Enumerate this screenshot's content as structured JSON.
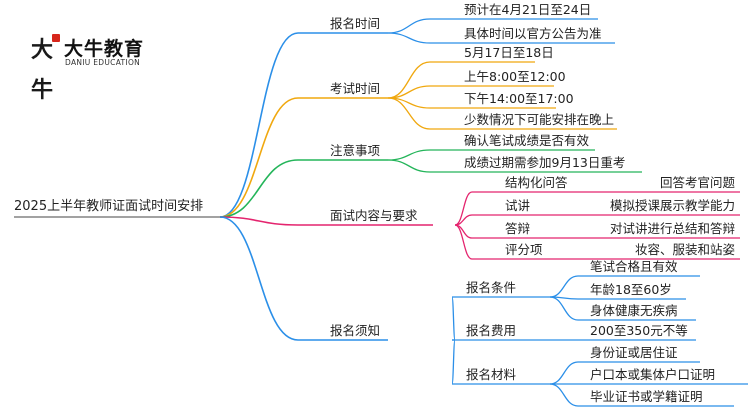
{
  "logo": {
    "name_cn": "大牛教育",
    "name_en": "DANIU EDUCATION",
    "mark": "大牛"
  },
  "root": "2025上半年教师证面试时间安排",
  "branches": [
    {
      "label": "报名时间",
      "color": "#2b8fe8",
      "children": [
        {
          "label": "预计在4月21日至24日"
        },
        {
          "label": "具体时间以官方公告为准"
        }
      ]
    },
    {
      "label": "考试时间",
      "color": "#f0a80f",
      "children": [
        {
          "label": "5月17日至18日"
        },
        {
          "label": "上午8:00至12:00"
        },
        {
          "label": "下午14:00至17:00"
        },
        {
          "label": "少数情况下可能安排在晚上"
        }
      ]
    },
    {
      "label": "注意事项",
      "color": "#24b55a",
      "children": [
        {
          "label": "确认笔试成绩是否有效"
        },
        {
          "label": "成绩过期需参加9月13日重考"
        }
      ]
    },
    {
      "label": "面试内容与要求",
      "color": "#e4246e",
      "children": [
        {
          "label": "结构化问答",
          "children": [
            {
              "label": "回答考官问题"
            }
          ]
        },
        {
          "label": "试讲",
          "children": [
            {
              "label": "模拟授课展示教学能力"
            }
          ]
        },
        {
          "label": "答辩",
          "children": [
            {
              "label": "对试讲进行总结和答辩"
            }
          ]
        },
        {
          "label": "评分项",
          "children": [
            {
              "label": "妆容、服装和站姿"
            }
          ]
        }
      ]
    },
    {
      "label": "报名须知",
      "color": "#2b8fe8",
      "children": [
        {
          "label": "报名条件",
          "children": [
            {
              "label": "笔试合格且有效"
            },
            {
              "label": "年龄18至60岁"
            },
            {
              "label": "身体健康无疾病"
            }
          ]
        },
        {
          "label": "报名费用",
          "children": [
            {
              "label": "200至350元不等"
            }
          ]
        },
        {
          "label": "报名材料",
          "children": [
            {
              "label": "身份证或居住证"
            },
            {
              "label": "户口本或集体户口证明"
            },
            {
              "label": "毕业证书或学籍证明"
            }
          ]
        }
      ]
    }
  ]
}
